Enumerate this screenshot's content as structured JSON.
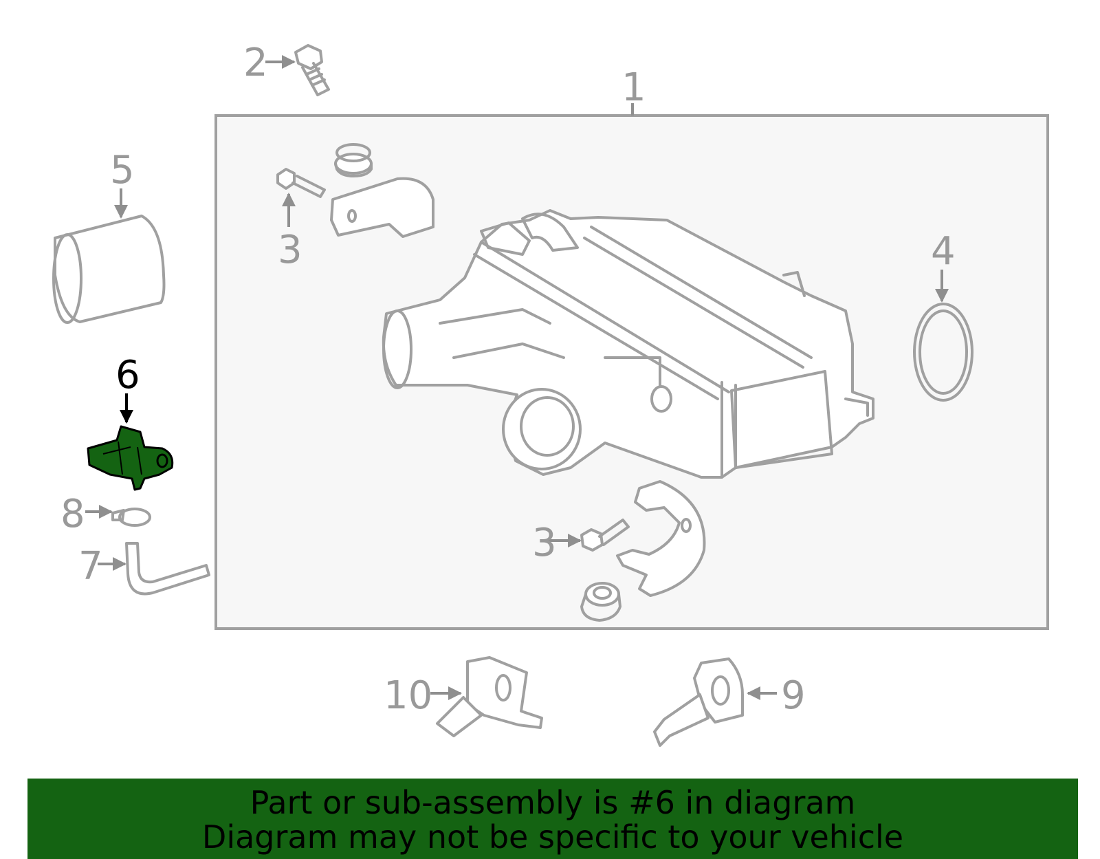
{
  "diagram": {
    "callouts": {
      "c1": "1",
      "c2": "2",
      "c3a": "3",
      "c3b": "3",
      "c4": "4",
      "c5": "5",
      "c6": "6",
      "c7": "7",
      "c8": "8",
      "c9": "9",
      "c10": "10"
    },
    "highlighted_part": "6",
    "colors": {
      "highlight": "#146312",
      "line_art": "#a0a0a0",
      "assembly_box_fill": "#f7f7f7"
    }
  },
  "banner": {
    "line1": "Part or sub-assembly is #6 in diagram",
    "line2": "Diagram may not be specific to your vehicle",
    "background": "#146312"
  }
}
